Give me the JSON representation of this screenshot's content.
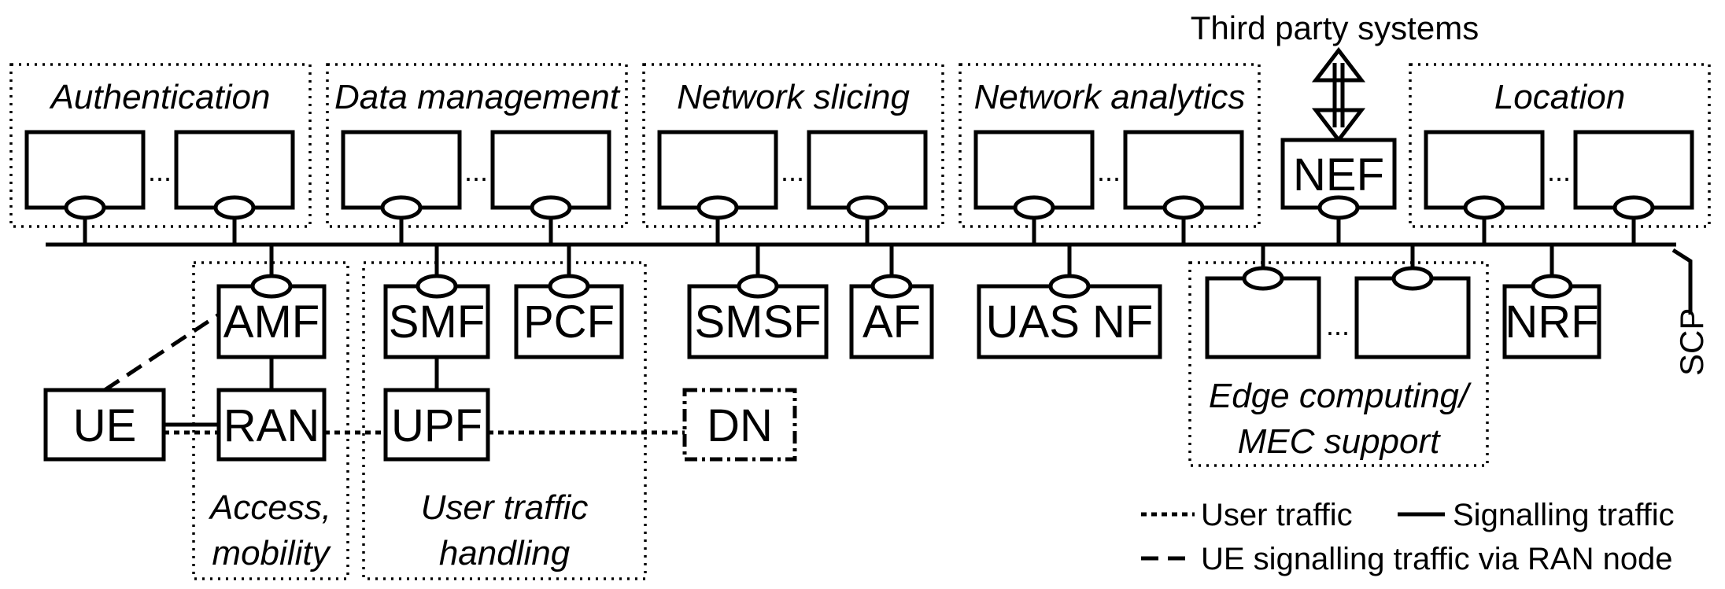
{
  "groups": {
    "authentication": "Authentication",
    "data_management": "Data management",
    "network_slicing": "Network slicing",
    "network_analytics": "Network analytics",
    "location": "Location",
    "access_mobility_1": "Access,",
    "access_mobility_2": "mobility",
    "user_traffic_1": "User traffic",
    "user_traffic_2": "handling",
    "edge_1": "Edge computing/",
    "edge_2": "MEC support"
  },
  "nodes": {
    "nef": "NEF",
    "amf": "AMF",
    "smf": "SMF",
    "pcf": "PCF",
    "smsf": "SMSF",
    "af": "AF",
    "uas_nf": "UAS NF",
    "nrf": "NRF",
    "ue": "UE",
    "ran": "RAN",
    "upf": "UPF",
    "dn": "DN"
  },
  "labels": {
    "third_party": "Third party systems",
    "scp": "SCP",
    "ellipsis": "..."
  },
  "legend": {
    "user_traffic": "User traffic",
    "signalling_traffic": "Signalling  traffic",
    "ue_signalling": "UE signalling traffic via RAN node"
  }
}
